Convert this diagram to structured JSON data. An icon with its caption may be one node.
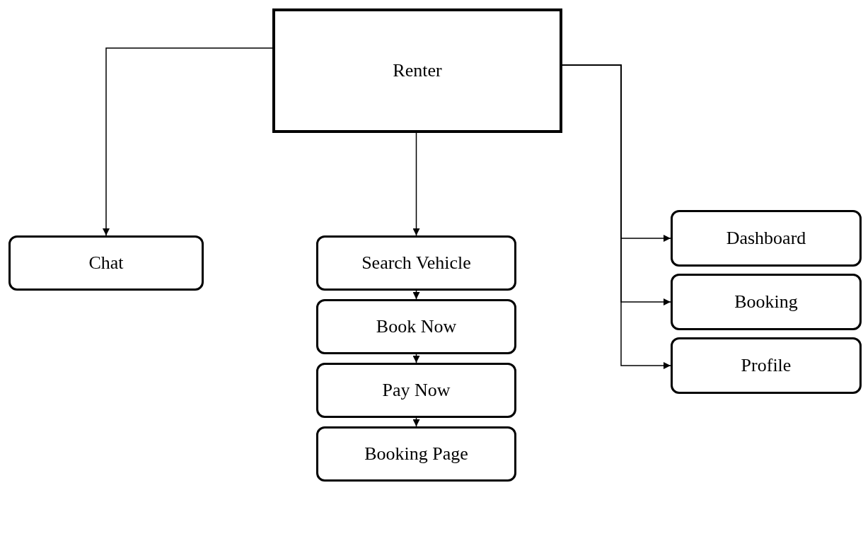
{
  "diagram": {
    "nodes": [
      {
        "text": [
          "Renter"
        ]
      },
      {
        "text": [
          "Chat"
        ]
      },
      {
        "text": [
          "Search Vehicle"
        ]
      },
      {
        "text": [
          "Book Now"
        ]
      },
      {
        "text": [
          "Pay Now"
        ]
      },
      {
        "text": [
          "Booking Page"
        ]
      },
      {
        "text": [
          "Dashboard"
        ]
      },
      {
        "text": [
          "Booking"
        ]
      },
      {
        "text": [
          "Profile"
        ]
      }
    ],
    "edges": [
      {
        "from": 0,
        "to": 1,
        "arrow": "to"
      },
      {
        "from": 0,
        "to": 2,
        "arrow": "to"
      },
      {
        "from": 0,
        "to": 6,
        "arrow": "to"
      },
      {
        "from": 0,
        "to": 7,
        "arrow": "to"
      },
      {
        "from": 0,
        "to": 8,
        "arrow": "to"
      },
      {
        "from": 2,
        "to": 3,
        "arrow": "to"
      },
      {
        "from": 3,
        "to": 4,
        "arrow": "to"
      },
      {
        "from": 4,
        "to": 5,
        "arrow": "to"
      }
    ]
  }
}
